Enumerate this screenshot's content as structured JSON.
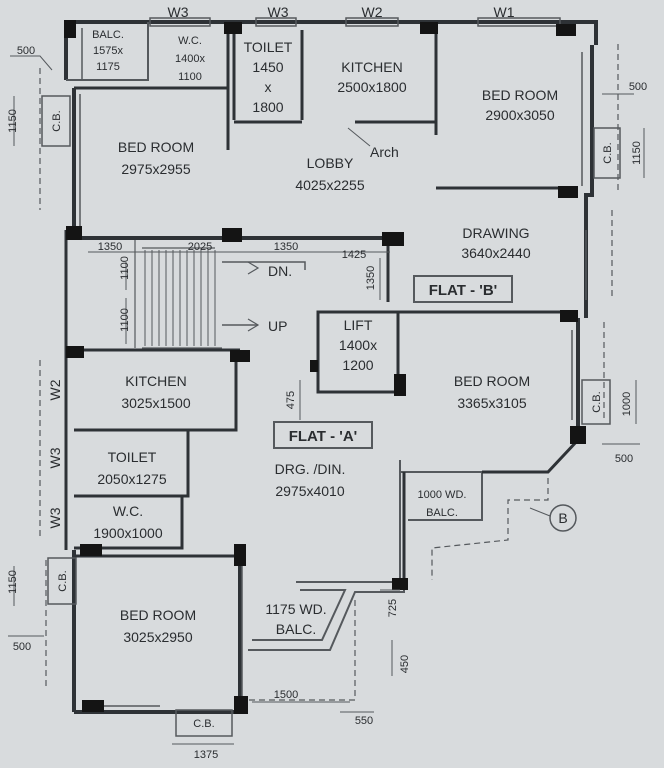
{
  "windows": {
    "w1": "W1",
    "w2": "W2",
    "w3": "W3"
  },
  "rooms": {
    "balc_top": [
      "BALC.",
      "1575x",
      "1175"
    ],
    "wc_top": [
      "W.C.",
      "1400x",
      "1100"
    ],
    "toilet_top": [
      "TOILET",
      "1450",
      "x",
      "1800"
    ],
    "kitchen_top": [
      "KITCHEN",
      "2500x1800"
    ],
    "bedroom_tr": [
      "BED ROOM",
      "2900x3050"
    ],
    "bedroom_tl": [
      "BED ROOM",
      "2975x2955"
    ],
    "lobby": [
      "LOBBY",
      "4025x2255"
    ],
    "arch": "Arch",
    "drawing": [
      "DRAWING",
      "3640x2440"
    ],
    "lift": [
      "LIFT",
      "1400x",
      "1200"
    ],
    "kitchen_a": [
      "KITCHEN",
      "3025x1500"
    ],
    "bedroom_mr": [
      "BED ROOM",
      "3365x3105"
    ],
    "toilet_a": [
      "TOILET",
      "2050x1275"
    ],
    "wc_a": [
      "W.C.",
      "1900x1000"
    ],
    "drg_din": [
      "DRG. /DIN.",
      "2975x4010"
    ],
    "balc_r": [
      "1000 WD.",
      "BALC."
    ],
    "bedroom_bl": [
      "BED ROOM",
      "3025x2950"
    ],
    "balc_b": [
      "1175 WD.",
      "BALC."
    ]
  },
  "flats": {
    "a": "FLAT - 'A'",
    "b": "FLAT - 'B'"
  },
  "stairs": {
    "dn": "DN.",
    "up": "UP"
  },
  "cb": "C.B.",
  "marker": "B",
  "dims": {
    "d500": "500",
    "d1150": "1150",
    "d1350": "1350",
    "d2025": "2025",
    "d1425": "1425",
    "d1100": "1100",
    "d475": "475",
    "d1000": "1000",
    "d725": "725",
    "d450": "450",
    "d1500": "1500",
    "d550": "550",
    "d1375": "1375"
  }
}
